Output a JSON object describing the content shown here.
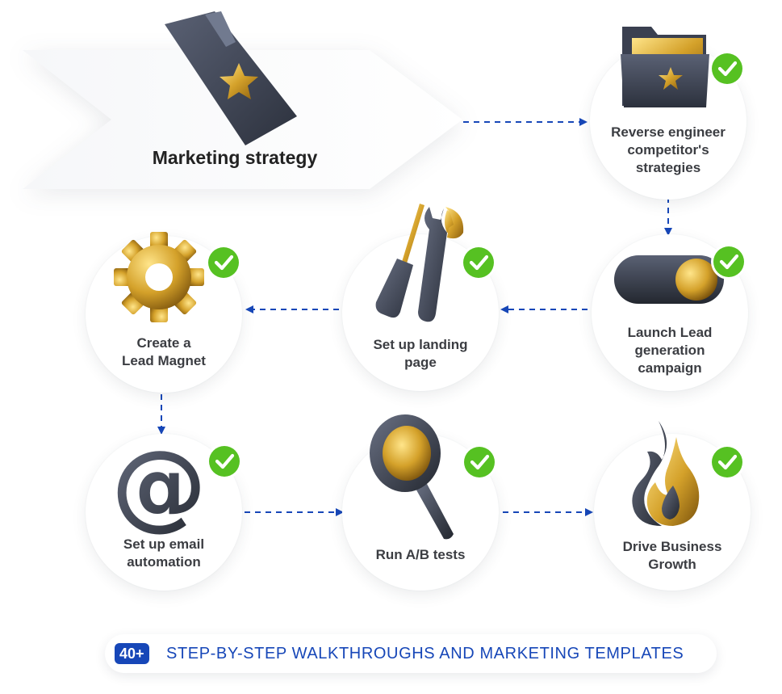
{
  "colors": {
    "accent_blue": "#1747b8",
    "check_green": "#56c122",
    "gold": "#d4a12a",
    "slate": "#3e4556"
  },
  "diagram": {
    "start": {
      "title": "Marketing strategy",
      "icon": "folder-star-icon"
    },
    "steps": [
      {
        "label_lines": [
          "Reverse engineer",
          "competitor's",
          "strategies"
        ],
        "icon": "folder-star-icon",
        "checked": true
      },
      {
        "label_lines": [
          "Launch Lead",
          "generation",
          "campaign"
        ],
        "icon": "toggle-switch-icon",
        "checked": true
      },
      {
        "label_lines": [
          "Set up landing",
          "page"
        ],
        "icon": "tools-icon",
        "checked": true
      },
      {
        "label_lines": [
          "Create a",
          "Lead Magnet"
        ],
        "icon": "gear-icon",
        "checked": true
      },
      {
        "label_lines": [
          "Set up email",
          "automation"
        ],
        "icon": "at-sign-icon",
        "checked": true
      },
      {
        "label_lines": [
          "Run A/B tests"
        ],
        "icon": "magnifier-icon",
        "checked": true
      },
      {
        "label_lines": [
          "Drive Business",
          "Growth"
        ],
        "icon": "flame-icon",
        "checked": true
      }
    ]
  },
  "footer": {
    "badge": "40+",
    "text": "STEP-BY-STEP WALKTHROUGHS AND MARKETING TEMPLATES"
  }
}
